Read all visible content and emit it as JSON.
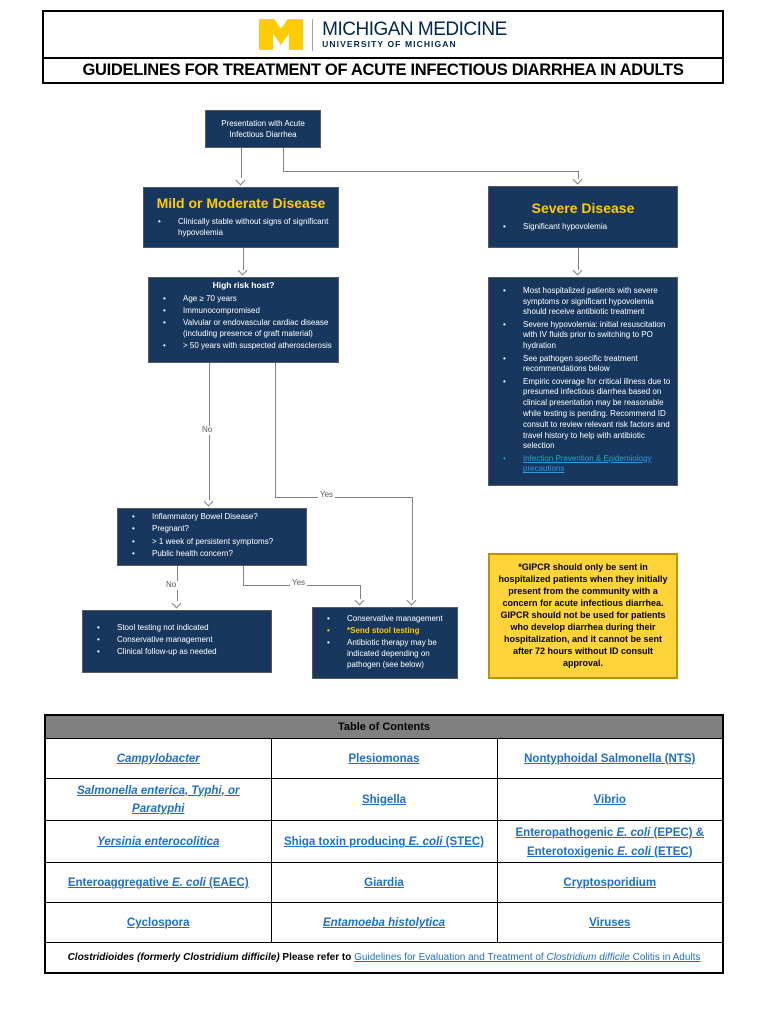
{
  "colors": {
    "brand_navy": "#00274C",
    "navy_box": "#17375E",
    "maize": "#FFCB05",
    "gold_text": "#FFC516",
    "gold_box_bg": "#FFD43B",
    "gold_box_border": "#BF9000",
    "link_blue": "#1F6FC5",
    "flow_link_blue": "#2E9BE8",
    "connector_gray": "#808080",
    "table_header_gray": "#808080"
  },
  "header": {
    "logo_line1": "MICHIGAN MEDICINE",
    "logo_line2": "UNIVERSITY OF MICHIGAN",
    "title": "GUIDELINES FOR TREATMENT OF ACUTE INFECTIOUS DIARRHEA IN ADULTS"
  },
  "flowchart": {
    "start": {
      "text": "Presentation with Acute Infectious Diarrhea"
    },
    "mild": {
      "title": "Mild or Moderate Disease",
      "bullets": [
        "Clinically stable without signs of significant hypovolemia"
      ]
    },
    "severe": {
      "title": "Severe Disease",
      "bullets": [
        "Significant hypovolemia"
      ]
    },
    "high_risk": {
      "title": "High risk host?",
      "bullets": [
        "Age ≥ 70 years",
        "Immunocompromised",
        "Valvular or endovascular cardiac disease (including presence of graft material)",
        "> 50 years with suspected atherosclerosis"
      ]
    },
    "severe_detail": {
      "bullets": [
        "Most hospitalized patients with severe symptoms or significant hypovolemia should receive antibiotic treatment",
        "Severe hypovolemia: initial resuscitation with IV fluids prior to switching to PO hydration",
        "See pathogen specific treatment recommendations below",
        "Empiric coverage for critical illness due to presumed infectious diarrhea based on clinical presentation may be reasonable while testing is pending. Recommend ID consult to review relevant risk factors and travel history to help with antibiotic selection",
        {
          "text": "Infection Prevention & Epidemiology precautions",
          "style": "link"
        }
      ]
    },
    "questions": {
      "bullets": [
        "Inflammatory Bowel Disease?",
        "Pregnant?",
        "> 1 week of persistent symptoms?",
        "Public health concern?"
      ]
    },
    "no_testing": {
      "bullets": [
        "Stool testing not indicated",
        "Conservative management",
        "Clinical follow-up as needed"
      ]
    },
    "conservative": {
      "bullets": [
        "Conservative management",
        {
          "text": "*Send stool testing",
          "style": "gold"
        },
        "Antibiotic therapy may be indicated depending on pathogen (see below)"
      ]
    },
    "gipcr_note": "*GIPCR should only be sent in hospitalized patients when they initially present from the community with a concern for acute infectious diarrhea. GIPCR should not be used for patients who develop diarrhea during their hospitalization, and it cannot be sent after 72 hours without ID consult approval.",
    "edge_labels": {
      "no_highrisk": "No",
      "yes_highrisk": "Yes",
      "no_questions": "No",
      "yes_questions": "Yes"
    }
  },
  "toc": {
    "title": "Table of Contents",
    "rows": [
      [
        {
          "segments": [
            {
              "t": "Campylobacter",
              "i": true
            }
          ]
        },
        {
          "segments": [
            {
              "t": "Plesiomonas"
            }
          ]
        },
        {
          "segments": [
            {
              "t": "Nontyphoidal Salmonella (NTS)"
            }
          ]
        }
      ],
      [
        {
          "segments": [
            {
              "t": "Salmonella enterica, Typhi, or Paratyphi",
              "i": true
            }
          ]
        },
        {
          "segments": [
            {
              "t": "Shigella"
            }
          ]
        },
        {
          "segments": [
            {
              "t": "Vibrio"
            }
          ]
        }
      ],
      [
        {
          "segments": [
            {
              "t": "Yersinia enterocolitica",
              "i": true
            }
          ]
        },
        {
          "segments": [
            {
              "t": "Shiga toxin producing "
            },
            {
              "t": "E. coli",
              "i": true
            },
            {
              "t": " (STEC)"
            }
          ]
        },
        {
          "segments": [
            {
              "t": "Enteropathogenic "
            },
            {
              "t": "E. coli",
              "i": true
            },
            {
              "t": " (EPEC) & Enterotoxigenic "
            },
            {
              "t": "E. coli",
              "i": true
            },
            {
              "t": " (ETEC)"
            }
          ]
        }
      ],
      [
        {
          "segments": [
            {
              "t": "Enteroaggregative "
            },
            {
              "t": "E. coli",
              "i": true
            },
            {
              "t": " (EAEC)"
            }
          ]
        },
        {
          "segments": [
            {
              "t": "Giardia"
            }
          ]
        },
        {
          "segments": [
            {
              "t": "Cryptosporidium"
            }
          ]
        }
      ],
      [
        {
          "segments": [
            {
              "t": "Cyclospora"
            }
          ]
        },
        {
          "segments": [
            {
              "t": "Entamoeba histolytica",
              "i": true
            }
          ]
        },
        {
          "segments": [
            {
              "t": "Viruses"
            }
          ]
        }
      ]
    ],
    "footer_segments": [
      {
        "t": "Clostridioides ",
        "i": true,
        "b": true
      },
      {
        "t": "(formerly ",
        "i": true,
        "b": true
      },
      {
        "t": "Clostridium difficile",
        "i": true,
        "b": true
      },
      {
        "t": ") ",
        "i": true,
        "b": true
      },
      {
        "t": "Please refer to ",
        "b": true
      },
      {
        "t": "Guidelines for Evaluation and Treatment of ",
        "link": true
      },
      {
        "t": "Clostridium difficile",
        "i": true,
        "link": true
      },
      {
        "t": " Colitis in Adults",
        "link": true
      }
    ]
  }
}
